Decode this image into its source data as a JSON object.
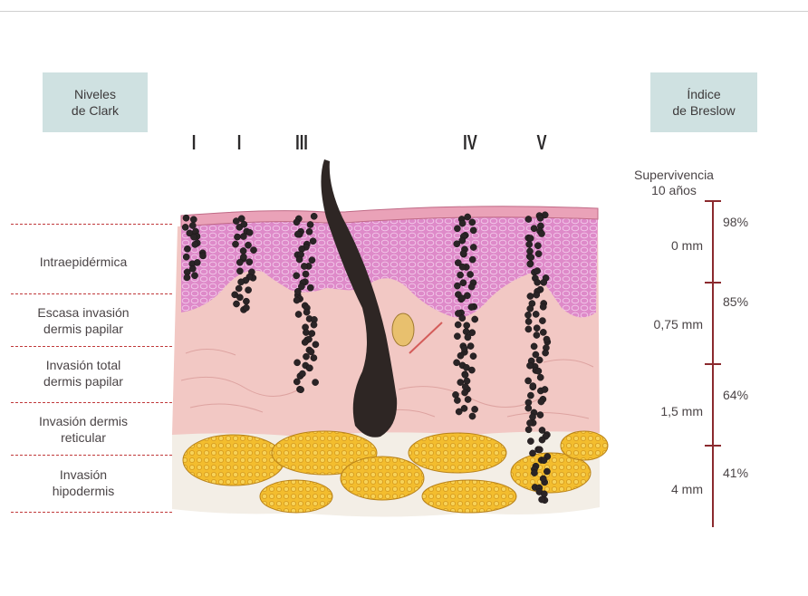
{
  "headers": {
    "clark": [
      "Niveles",
      "de Clark"
    ],
    "breslow": [
      "Índice",
      "de Breslow"
    ]
  },
  "clark_levels": [
    "I",
    "I",
    "III",
    "IV",
    "V"
  ],
  "layers": [
    [
      "Intraepidérmica"
    ],
    [
      "Escasa invasión",
      "dermis papilar"
    ],
    [
      "Invasión total",
      "dermis papilar"
    ],
    [
      "Invasión dermis",
      "reticular"
    ],
    [
      "Invasión",
      "hipodermis"
    ]
  ],
  "survival_title": [
    "Supervivencia",
    "10 años"
  ],
  "breslow_thickness": [
    "0 mm",
    "0,75 mm",
    "1,5 mm",
    "4 mm"
  ],
  "survival_pct": [
    "98%",
    "85%",
    "64%",
    "41%"
  ],
  "colors": {
    "header_bg": "#cfe1e1",
    "dash_line": "#c0393b",
    "scale_line": "#8b2a2e",
    "epidermis": "#d77bc0",
    "dermis": "#f2c8c4",
    "fat": "#f1b422",
    "melanoma_cells": "#2a2426",
    "hair": "#2e2624"
  }
}
